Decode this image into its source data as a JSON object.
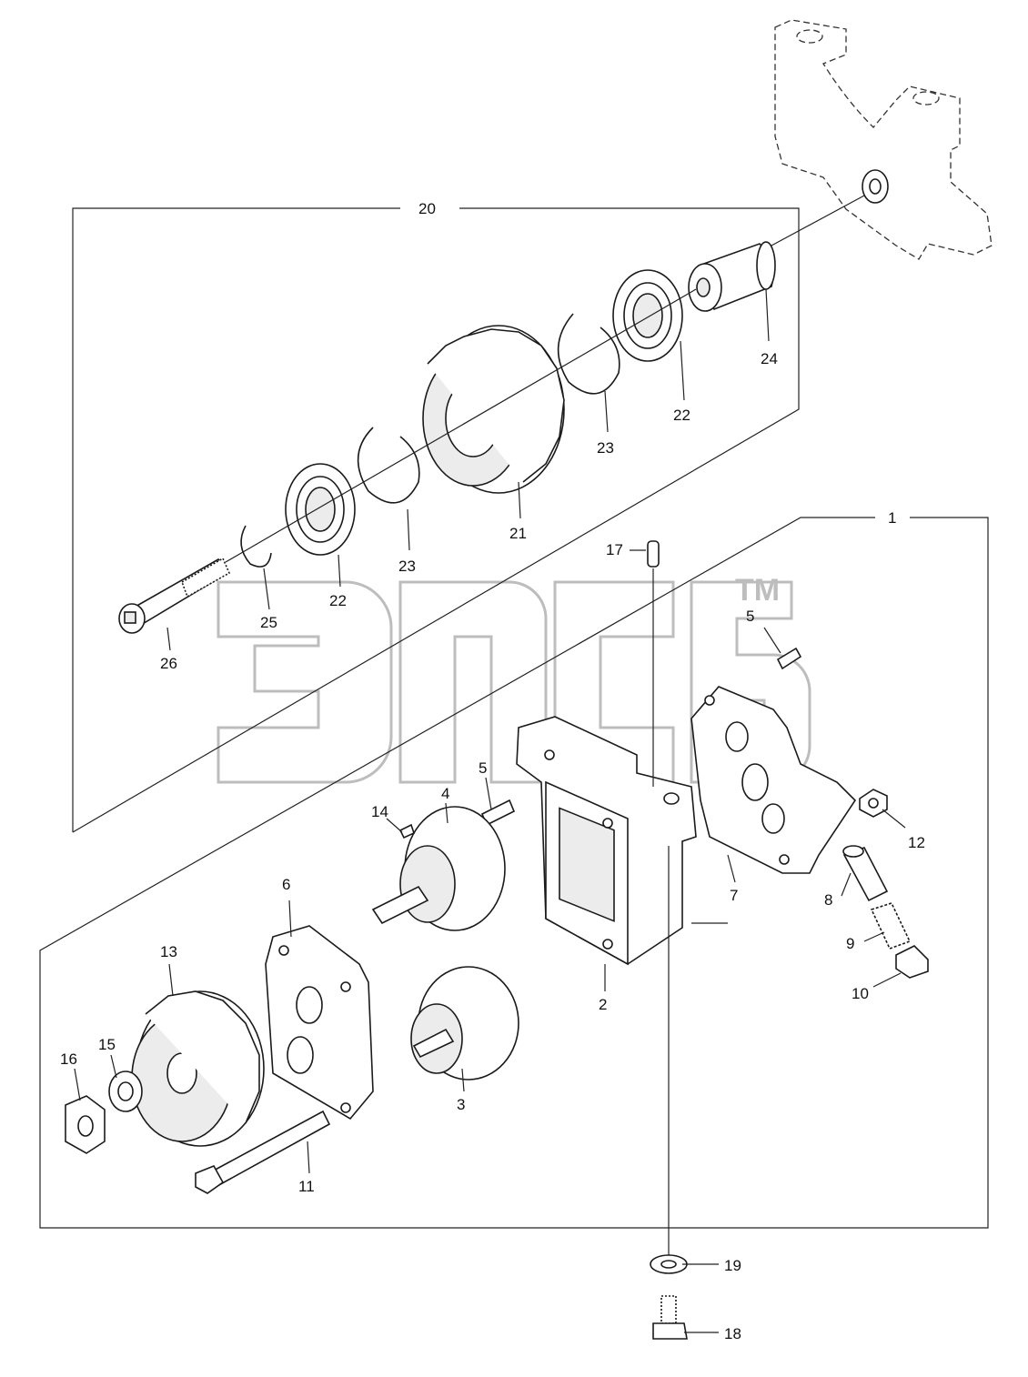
{
  "diagram": {
    "callouts": {
      "c1": "1",
      "c2": "2",
      "c3": "3",
      "c4": "4",
      "c5a": "5",
      "c5b": "5",
      "c6": "6",
      "c7": "7",
      "c8": "8",
      "c9": "9",
      "c10": "10",
      "c11": "11",
      "c12": "12",
      "c13": "13",
      "c14": "14",
      "c15": "15",
      "c16": "16",
      "c17": "17",
      "c18": "18",
      "c19": "19",
      "c20": "20",
      "c21": "21",
      "c22a": "22",
      "c22b": "22",
      "c23a": "23",
      "c23b": "23",
      "c24": "24",
      "c25": "25",
      "c26": "26"
    },
    "watermark": {
      "mark": "TM"
    },
    "colors": {
      "line": "#1a1a1a",
      "watermark": "#bdbdbd",
      "background": "#ffffff"
    }
  }
}
